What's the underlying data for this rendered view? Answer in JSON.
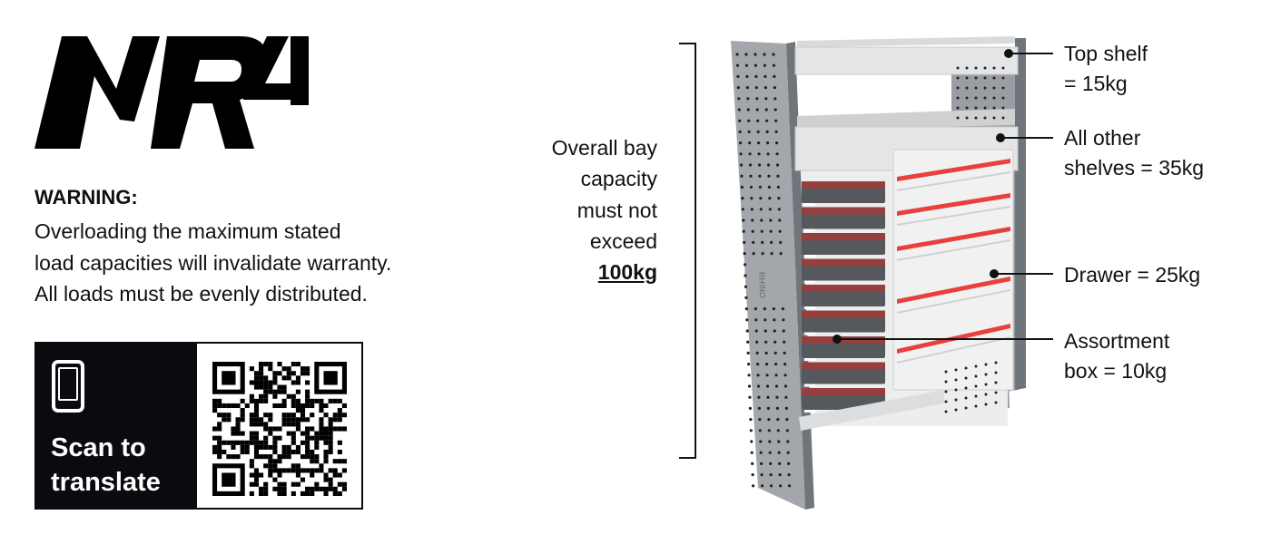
{
  "logo": {
    "text": "MR4"
  },
  "warning": {
    "title": "WARNING:",
    "lines": [
      "Overloading the maximum stated",
      "load capacities will invalidate warranty.",
      "All loads must be evenly distributed."
    ]
  },
  "translate": {
    "icon": "mobile-phone-icon",
    "lines": [
      "Scan to",
      "translate"
    ]
  },
  "bay": {
    "lines": [
      "Overall bay",
      "capacity",
      "must not",
      "exceed"
    ],
    "limit": "100kg"
  },
  "labels": {
    "top_shelf": [
      "Top shelf",
      "= 15kg"
    ],
    "other_shelves": [
      "All other",
      "shelves = 35kg"
    ],
    "drawer": "Drawer = 25kg",
    "assortment_box": [
      "Assortment",
      "box = 10kg"
    ]
  },
  "product": {
    "brand_mark": "Rhino"
  },
  "colors": {
    "text": "#111111",
    "scan_bg": "#0b0b0f",
    "frame": "#7d8287",
    "drawer_stripe": "#e8403e"
  }
}
